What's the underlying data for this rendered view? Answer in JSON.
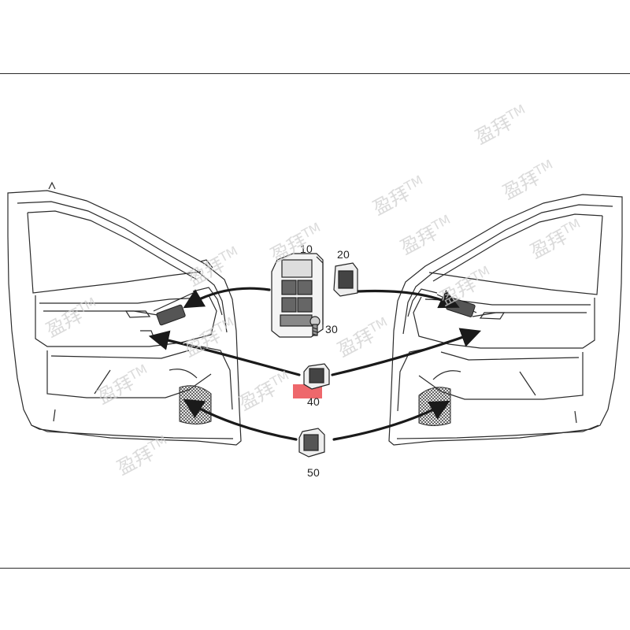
{
  "callouts": {
    "c10": "10",
    "c20": "20",
    "c30": "30",
    "c40": "40",
    "c50": "50"
  },
  "watermark": {
    "text": "盈拜",
    "tm": "TM"
  },
  "highlight": {
    "target": "40",
    "color": "#e8363b",
    "opacity": 0.75
  },
  "colors": {
    "line": "#2b2b2b",
    "arrow": "#1a1a1a",
    "background": "#ffffff"
  }
}
